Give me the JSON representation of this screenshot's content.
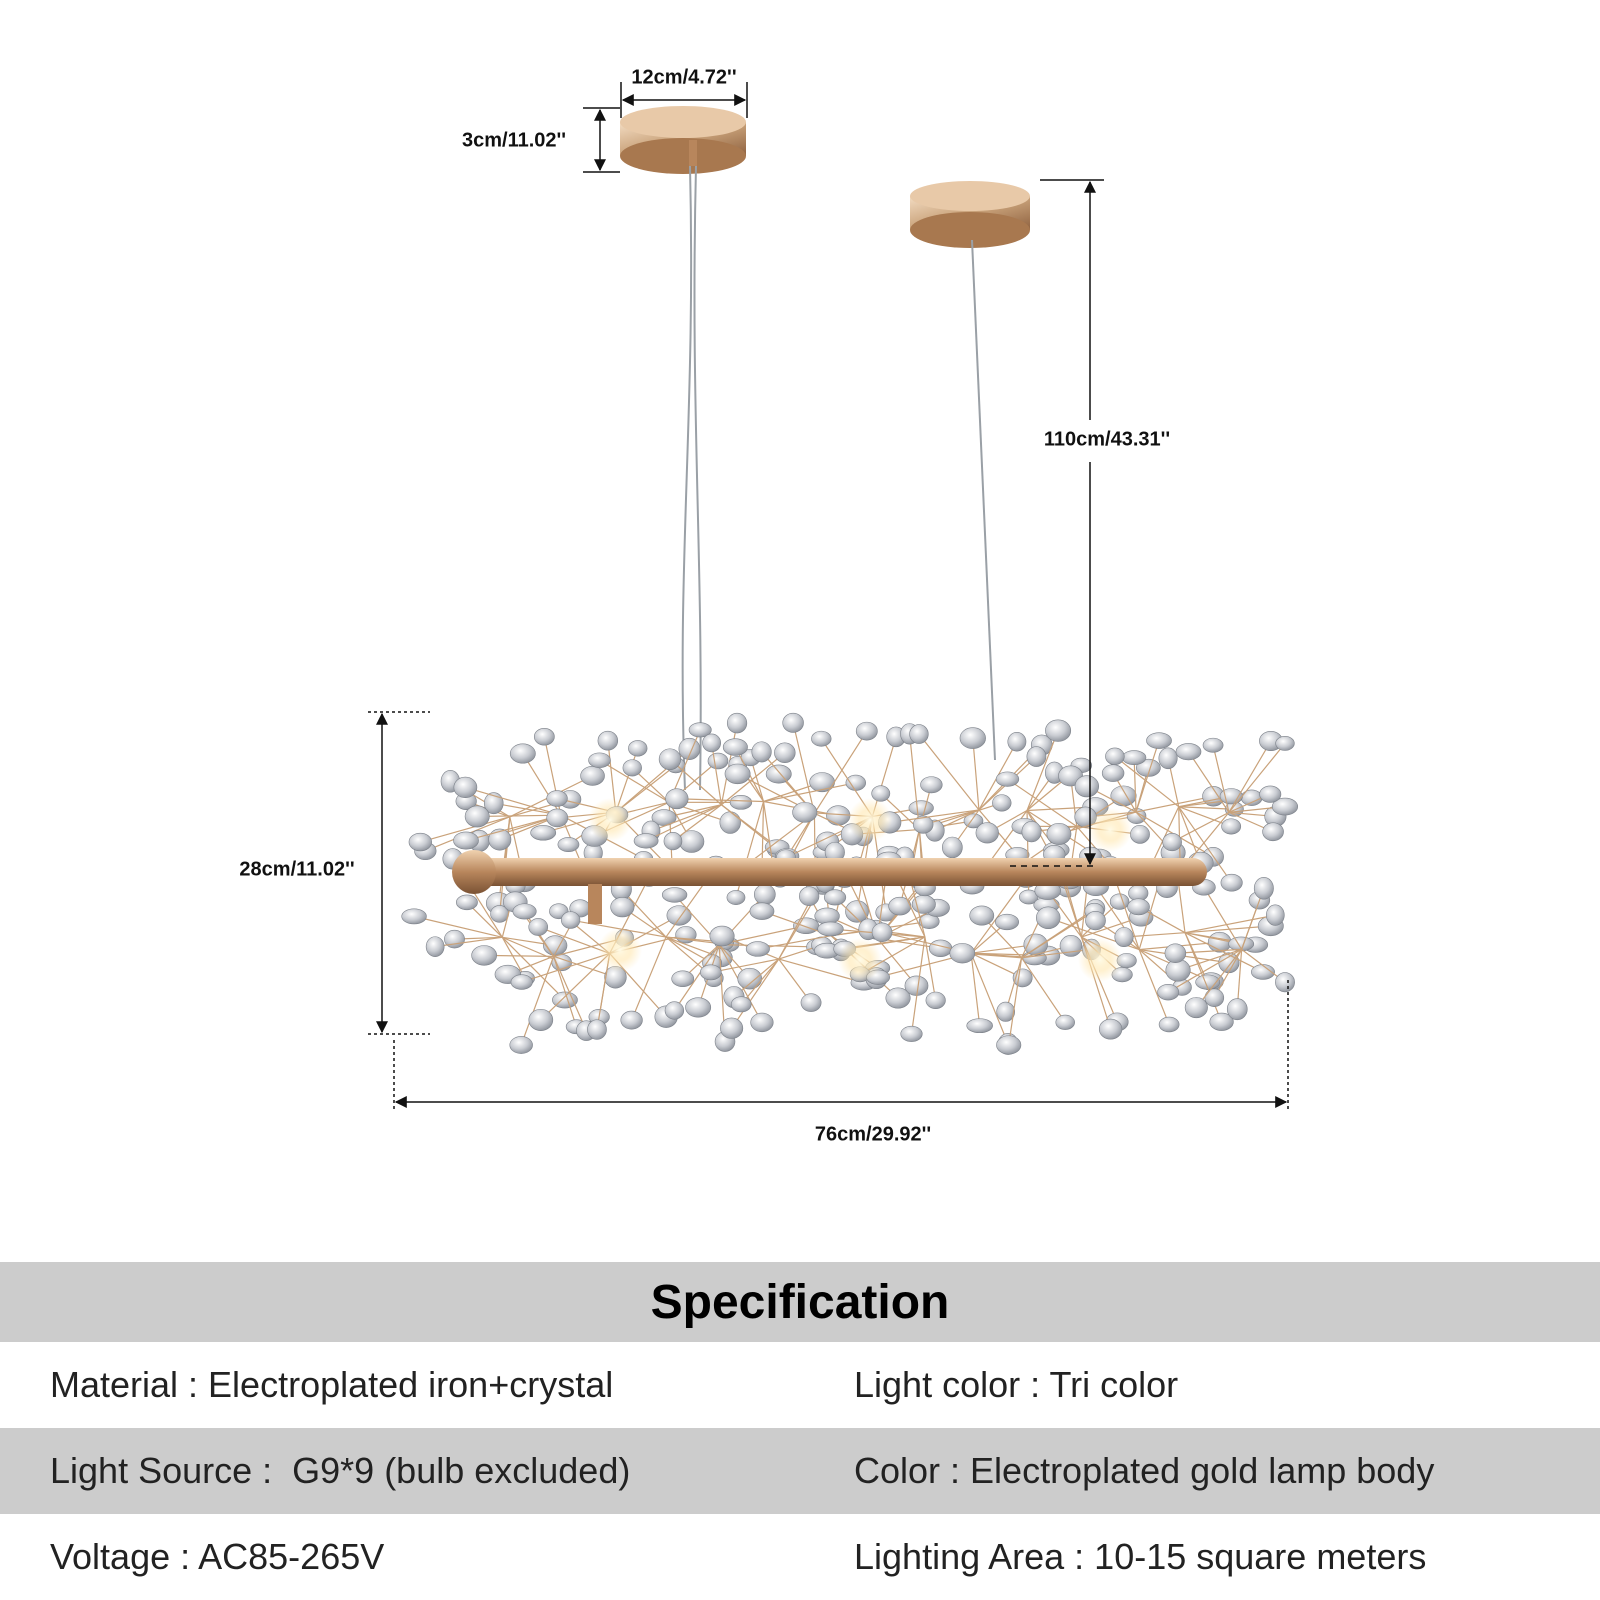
{
  "dimensions": {
    "canopy_width": "12cm/4.72''",
    "canopy_height": "3cm/11.02''",
    "cable_length": "110cm/43.31''",
    "fixture_height": "28cm/11.02''",
    "fixture_length": "76cm/29.92''"
  },
  "colors": {
    "gold": "#c9a27a",
    "gold_dark": "#a8784f",
    "crystal": "#c9ccd2",
    "band": "#cccccc"
  },
  "spec": {
    "title": "Specification",
    "rows": [
      {
        "left": "Material : Electroplated iron+crystal",
        "right": "Light color : Tri color"
      },
      {
        "left": "Light Source :  G9*9 (bulb excluded)",
        "right": "Color : Electroplated gold lamp body"
      },
      {
        "left": "Voltage : AC85-265V",
        "right": "Lighting Area : 10-15 square meters"
      }
    ]
  }
}
